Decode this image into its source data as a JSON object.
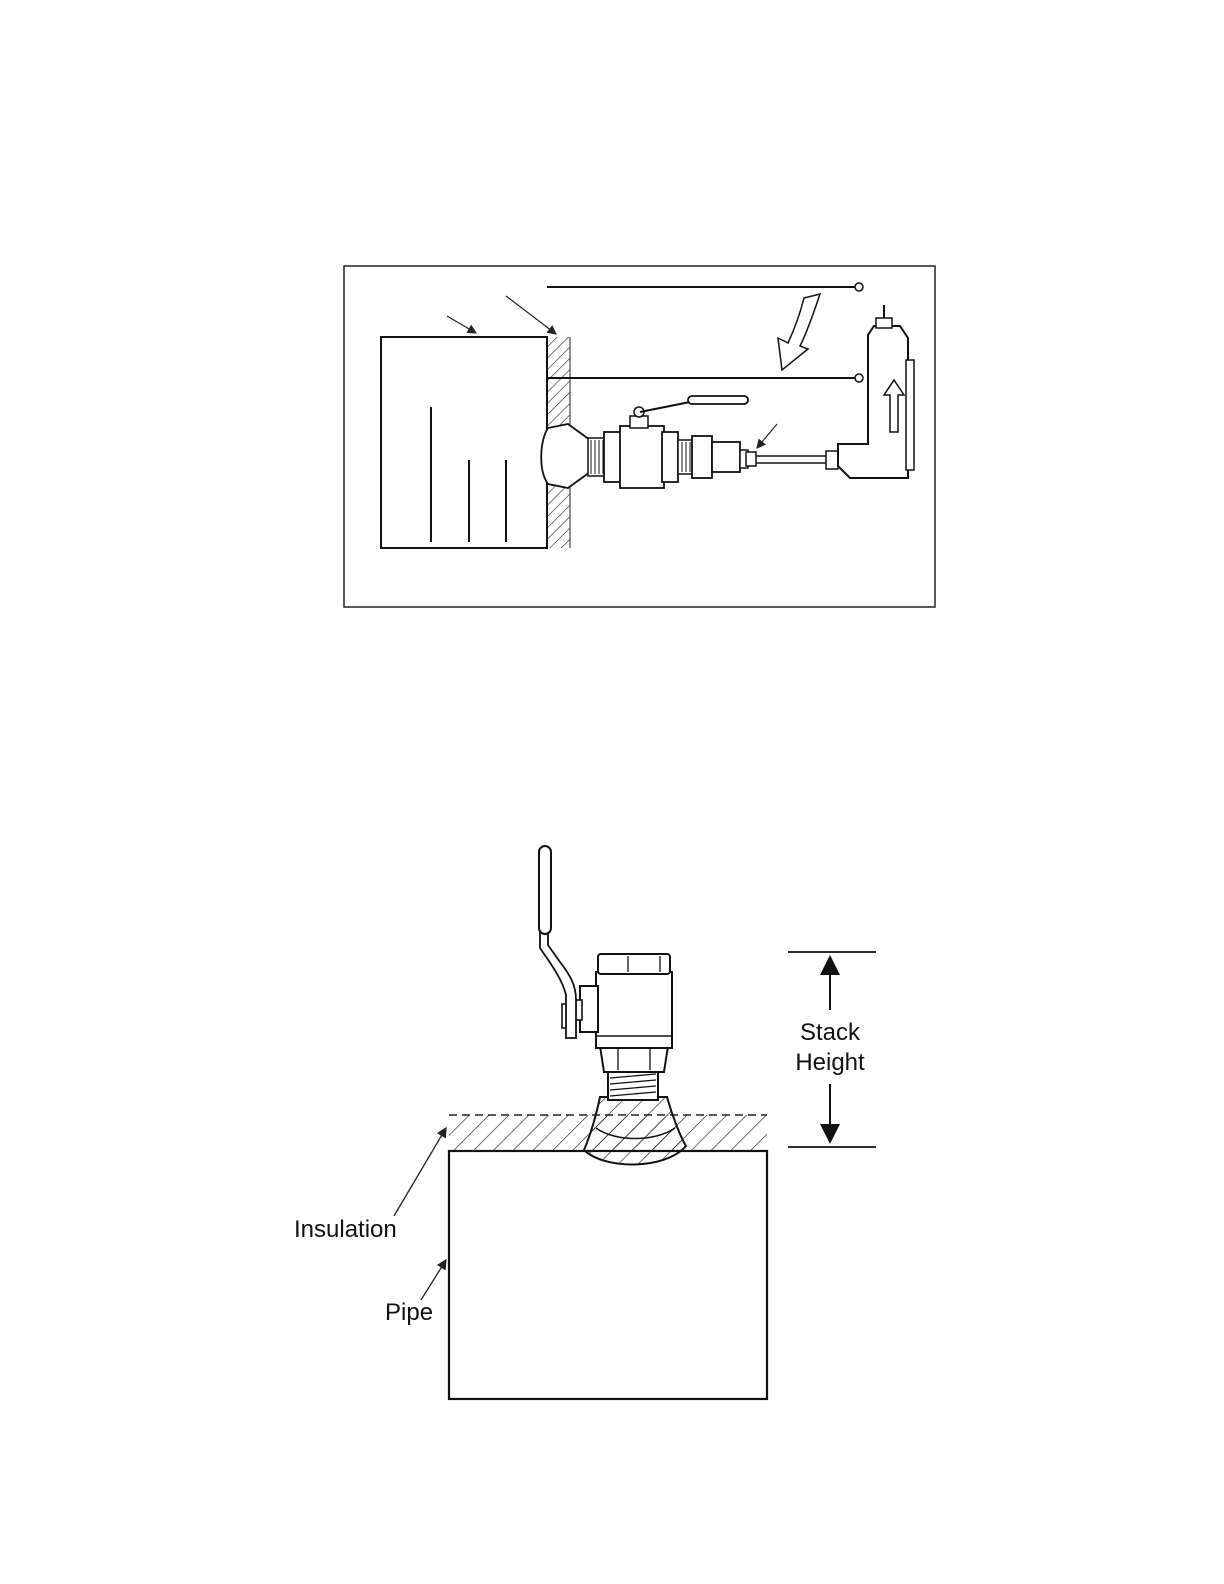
{
  "figure_bottom": {
    "label_stack_line1": "Stack",
    "label_stack_line2": "Height",
    "label_insulation": "Insulation",
    "label_pipe": "Pipe"
  }
}
